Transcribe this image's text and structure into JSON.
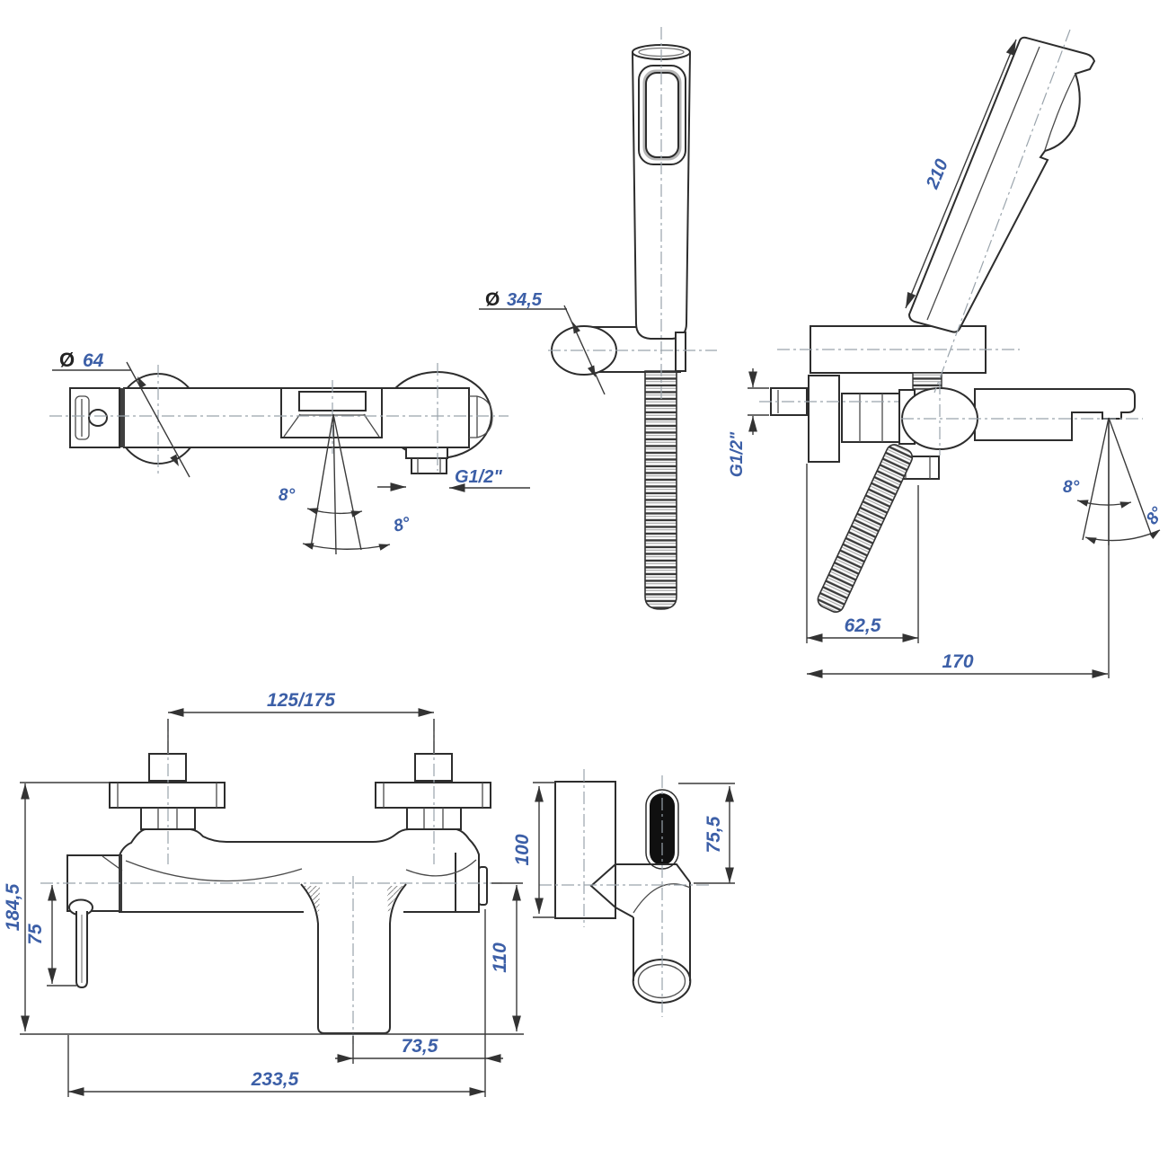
{
  "title": "Wall-mounted bath mixer with hand shower - dimensional drawing",
  "colors": {
    "background": "#ffffff",
    "object_line": "#2d2d2d",
    "dimension_line": "#3a3a3a",
    "dimension_text": "#3c5fa7",
    "centerline": "#9aa4ac",
    "dark_fill": "#101010"
  },
  "views": {
    "plan": {
      "labels": {
        "diameter_symbol": "Ø",
        "diameter_value": "64",
        "outlet_thread": "G1/2\"",
        "angle_a": "8°",
        "angle_b": "8°"
      }
    },
    "handshower": {
      "labels": {
        "diameter_symbol": "Ø",
        "diameter_value": "34,5"
      }
    },
    "side": {
      "labels": {
        "handshower_length": "210",
        "inlet_thread": "G1/2\"",
        "angle_a": "8°",
        "angle_b": "8°",
        "hose_offset": "62,5",
        "reach": "170"
      }
    },
    "front": {
      "labels": {
        "wall_centers": "125/175",
        "total_height": "184,5",
        "lever_length": "75",
        "spout_height": "110",
        "spout_offset": "73,5",
        "total_width": "233,5"
      }
    },
    "profile": {
      "labels": {
        "body_height": "100",
        "spout_axis_offset": "75,5"
      }
    }
  }
}
